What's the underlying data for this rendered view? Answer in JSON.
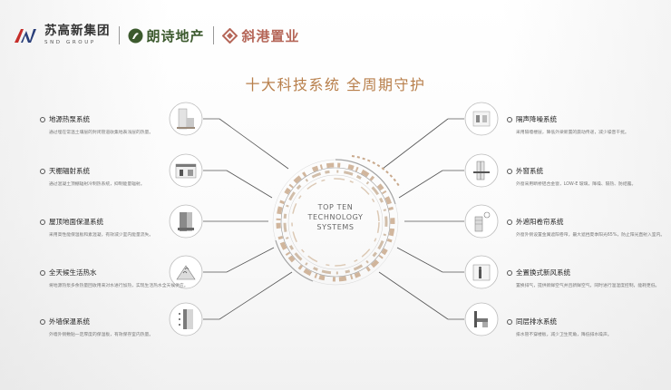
{
  "header": {
    "brand1_cn": "苏高新集团",
    "brand1_en": "SND GROUP",
    "brand2": "朗诗地产",
    "brand3": "斜港置业"
  },
  "title": "十大科技系统 全周期守护",
  "center": {
    "line1": "TOP TEN",
    "line2": "TECHNOLOGY",
    "line3": "SYSTEMS"
  },
  "left_items": [
    {
      "title": "地源热泵系统",
      "desc": "通过埋在常温土壤层的封闭管道收集地表浅层的热量。",
      "icon": "building-geothermal-icon"
    },
    {
      "title": "天棚辐射系统",
      "desc": "通过混凝土顶棚辐射冷制热系统，抑制能量辐射。",
      "icon": "ceiling-radiant-icon"
    },
    {
      "title": "屋顶地面保温系统",
      "desc": "采用高性能保温板和素混凝，有效减少室内能量流失。",
      "icon": "roof-insulation-icon"
    },
    {
      "title": "全天候生活热水",
      "desc": "将地源热泵多余热量回收用来对水进行加热，实现生活热水全天候供应。",
      "icon": "hot-water-icon"
    },
    {
      "title": "外墙保温系统",
      "desc": "外墙外侧敷贴一定厚度的保温板，有效保存室内热量。",
      "icon": "wall-insulation-icon"
    }
  ],
  "right_items": [
    {
      "title": "隔声降噪系统",
      "desc": "采用隔墙楼层，降低外梁新置的震动传递，减少噪音干扰。",
      "icon": "soundproof-icon"
    },
    {
      "title": "外窗系统",
      "desc": "外窗采用断桥铝合金窗，LOW-E 玻璃，降噪、隔热、防结露。",
      "icon": "window-icon"
    },
    {
      "title": "外遮阳卷帘系统",
      "desc": "外窗外侧设置金属遮阳卷帘，最大遮挡夏季阳光65%，防止阳光直射入室内。",
      "icon": "sunshade-icon"
    },
    {
      "title": "全置换式新风系统",
      "desc": "置换排气，提供新鲜空气并且新鲜空气，同时进行温湿度控制，能耗更低。",
      "icon": "fresh-air-icon"
    },
    {
      "title": "同层排水系统",
      "desc": "排水管不穿楼板，减少卫生死角，降低排水噪声。",
      "icon": "drainage-icon"
    }
  ],
  "colors": {
    "accent": "#b87f4b",
    "center_ring": "#c9a98c",
    "connector": "#555555"
  }
}
